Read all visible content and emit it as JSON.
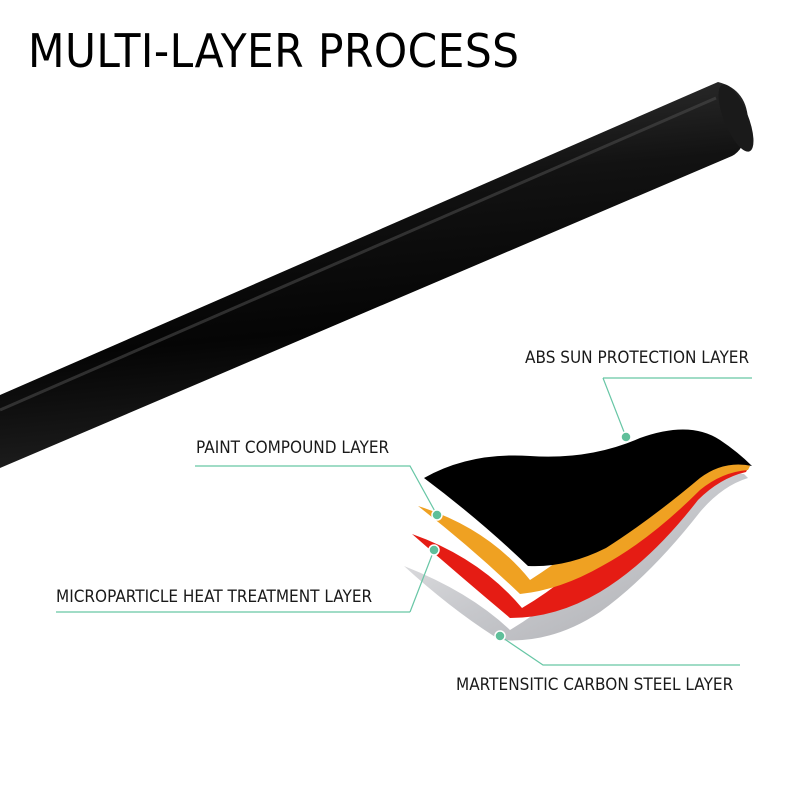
{
  "title": "MULTI-LAYER PROCESS",
  "layers": [
    {
      "name": "ABS SUN PROTECTION LAYER",
      "color": "#ec8a63"
    },
    {
      "name": "PAINT COMPOUND LAYER",
      "color": "#efa122"
    },
    {
      "name": "MICROPARTICLE HEAT TREATMENT LAYER",
      "color": "#e51c14"
    },
    {
      "name": "MARTENSITIC CARBON STEEL LAYER",
      "color": "#cfd0d4"
    }
  ],
  "colors": {
    "rod": "#0c0c0c",
    "leader_line": "#67c6a5",
    "marker": "#5fbf9a"
  }
}
